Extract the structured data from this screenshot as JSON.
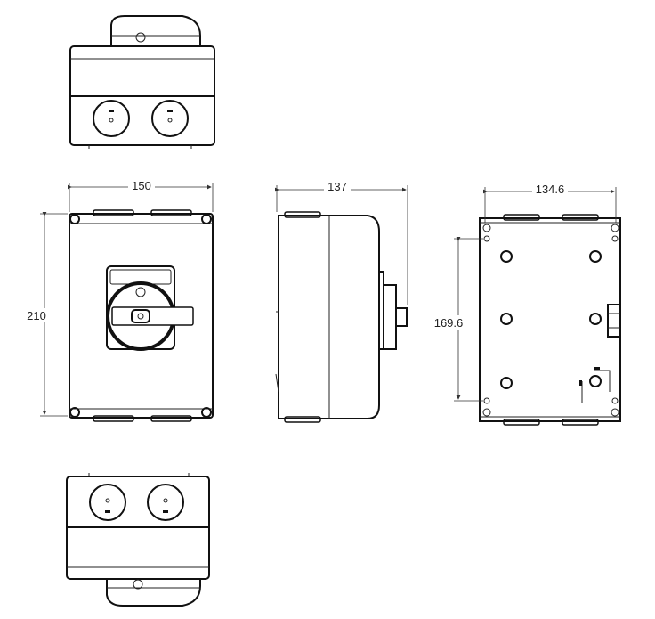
{
  "dimensions": {
    "front_width": "150",
    "front_height": "210",
    "side_depth": "137",
    "rear_width": "134.6",
    "rear_hole_spacing": "169.6"
  },
  "colors": {
    "line": "#111111",
    "background": "#ffffff"
  }
}
